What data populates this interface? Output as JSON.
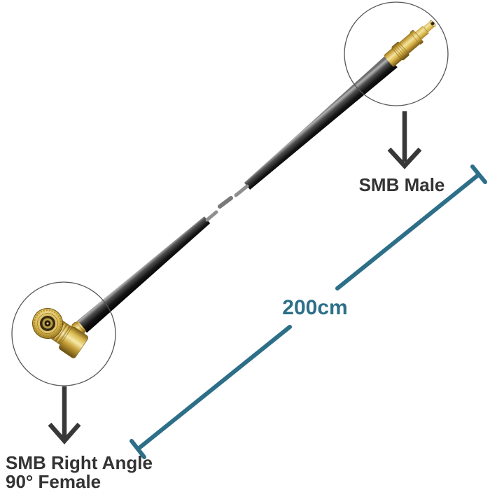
{
  "product_image": {
    "length_label": "200cm",
    "male_connector_label": "SMB Male",
    "female_connector_label_line1": "SMB Right Angle",
    "female_connector_label_line2": "90° Female"
  },
  "colors": {
    "dimension_line": "#2d6f88",
    "label_text": "#333333",
    "arrow": "#383838",
    "circle_outline": "#555555",
    "connector_gold": "#c9a43c",
    "cable": "#141414",
    "background": "#ffffff"
  }
}
